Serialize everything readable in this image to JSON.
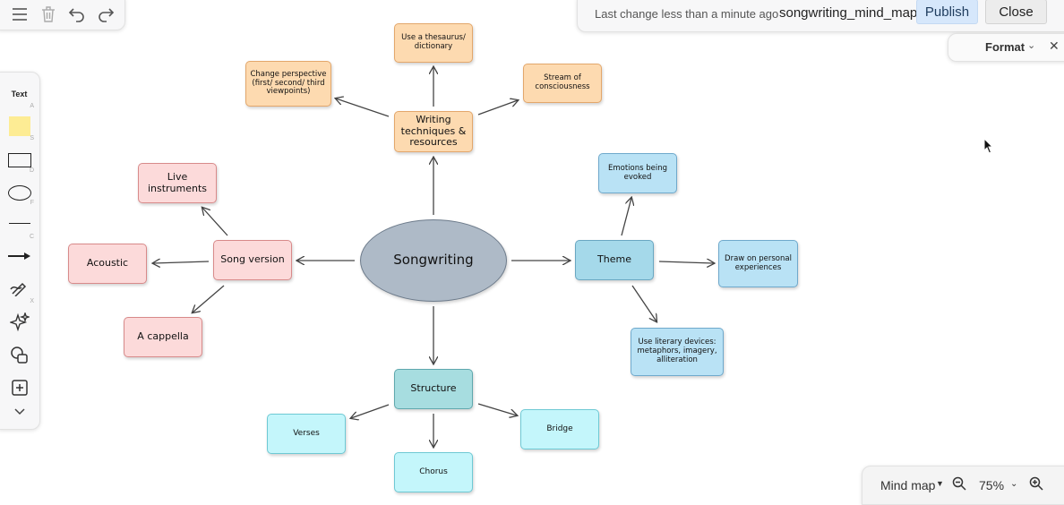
{
  "header": {
    "last_change": "Last change less than a minute ago",
    "document_title": "songwriting_mind_map",
    "publish_label": "Publish",
    "close_label": "Close"
  },
  "toolbar": {
    "icons": [
      "menu-icon",
      "trash-icon",
      "undo-icon",
      "redo-icon"
    ]
  },
  "format_panel": {
    "label": "Format"
  },
  "toolbox": {
    "text_label": "Text",
    "shortcuts": {
      "text": "A",
      "sticky": "S",
      "rectangle": "D",
      "ellipse": "F",
      "line": "C",
      "pen": "X"
    }
  },
  "mind_map": {
    "center": "Songwriting",
    "branches": {
      "writing": {
        "label": "Writing techniques & resources",
        "children": [
          "Use a thesaurus/ dictionary",
          "Change perspective (first/ second/ third viewpoints)",
          "Stream of consciousness"
        ]
      },
      "song_version": {
        "label": "Song version",
        "children": [
          "Live instruments",
          "Acoustic",
          "A cappella"
        ]
      },
      "theme": {
        "label": "Theme",
        "children": [
          "Emotions being evoked",
          "Draw on personal experiences",
          "Use literary devices: metaphors, imagery, alliteration"
        ]
      },
      "structure": {
        "label": "Structure",
        "children": [
          "Verses",
          "Chorus",
          "Bridge"
        ]
      }
    }
  },
  "zoom_bar": {
    "diagram_type": "Mind map",
    "zoom_level": "75%"
  },
  "colors": {
    "writing": "#fddab0",
    "song_version": "#fcdada",
    "theme": "#b9e2f5",
    "structure": "#c4f6fb",
    "center": "#aebac7"
  }
}
